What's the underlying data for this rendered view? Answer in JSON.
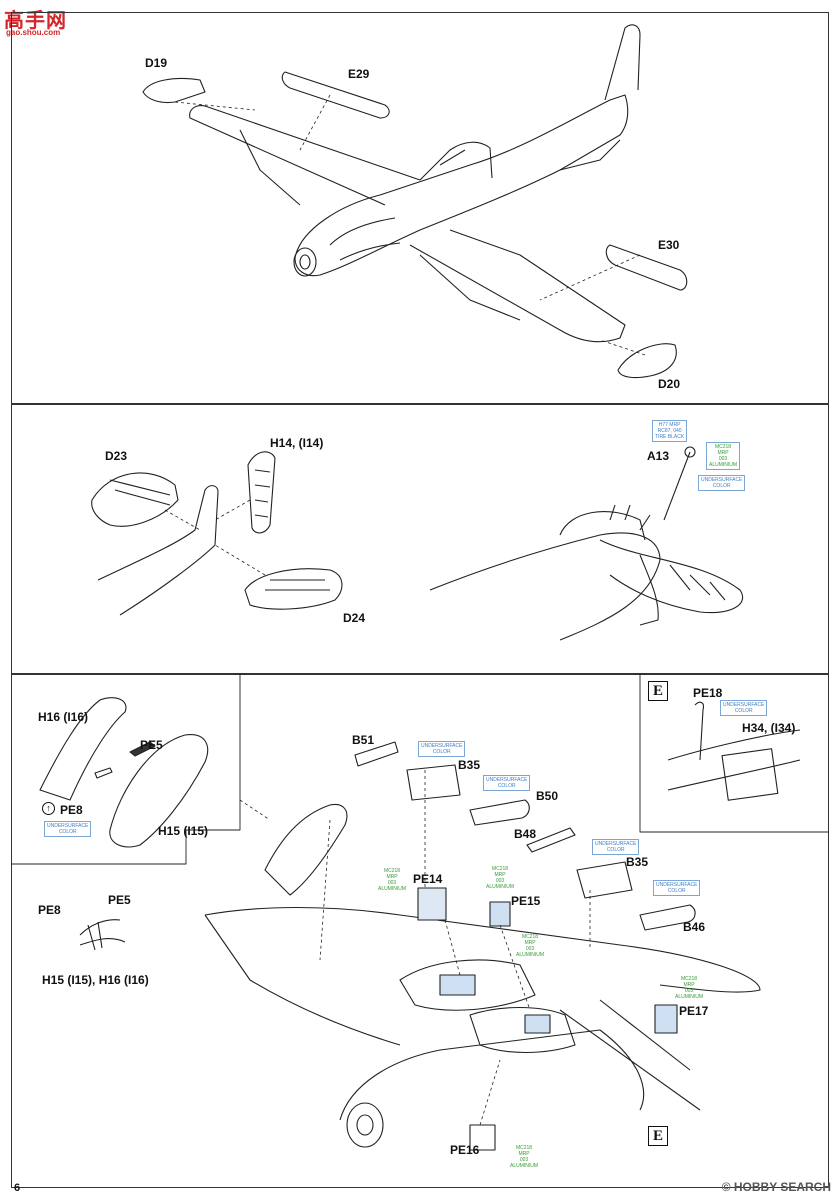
{
  "page": {
    "number": "6"
  },
  "branding": {
    "logo_text": "高手网",
    "logo_sub": "gao.shou.com",
    "watermark": "© HOBBY SEARCH"
  },
  "step1": {
    "labels": {
      "d19": "D19",
      "e29": "E29",
      "e30": "E30",
      "d20": "D20"
    }
  },
  "step2": {
    "labels": {
      "d23": "D23",
      "h14": "H14, (I14)",
      "d24": "D24",
      "a13": "A13"
    },
    "notes": {
      "tire_black": "H77 MRP\nRC87, 040\nTIRE BLACK",
      "aluminium": "MC218\nMRP\n003\nALUMINIUM",
      "undersurface": "UNDERSURFACE\nCOLOR"
    }
  },
  "step3": {
    "inset_left": {
      "labels": {
        "h16": "H16 (I16)",
        "pe5": "PE5",
        "pe8": "PE8",
        "h15": "H15 (I15)"
      },
      "note": "UNDERSURFACE\nCOLOR",
      "detail": {
        "pe8": "PE8",
        "pe5": "PE5",
        "caption": "H15 (I15), H16 (I16)"
      }
    },
    "inset_e": {
      "marker": "E",
      "labels": {
        "pe18": "PE18",
        "h34": "H34, (I34)"
      },
      "note": "UNDERSURFACE\nCOLOR"
    },
    "labels": {
      "b51": "B51",
      "b35a": "B35",
      "b50": "B50",
      "b48": "B48",
      "b35b": "B35",
      "b46": "B46",
      "pe14": "PE14",
      "pe15": "PE15",
      "pe17": "PE17",
      "pe16": "PE16"
    },
    "notes": {
      "undersurface": "UNDERSURFACE\nCOLOR",
      "aluminium": "MC218\nMRP\n003\nALUMINIUM"
    },
    "marker_e": "E"
  }
}
